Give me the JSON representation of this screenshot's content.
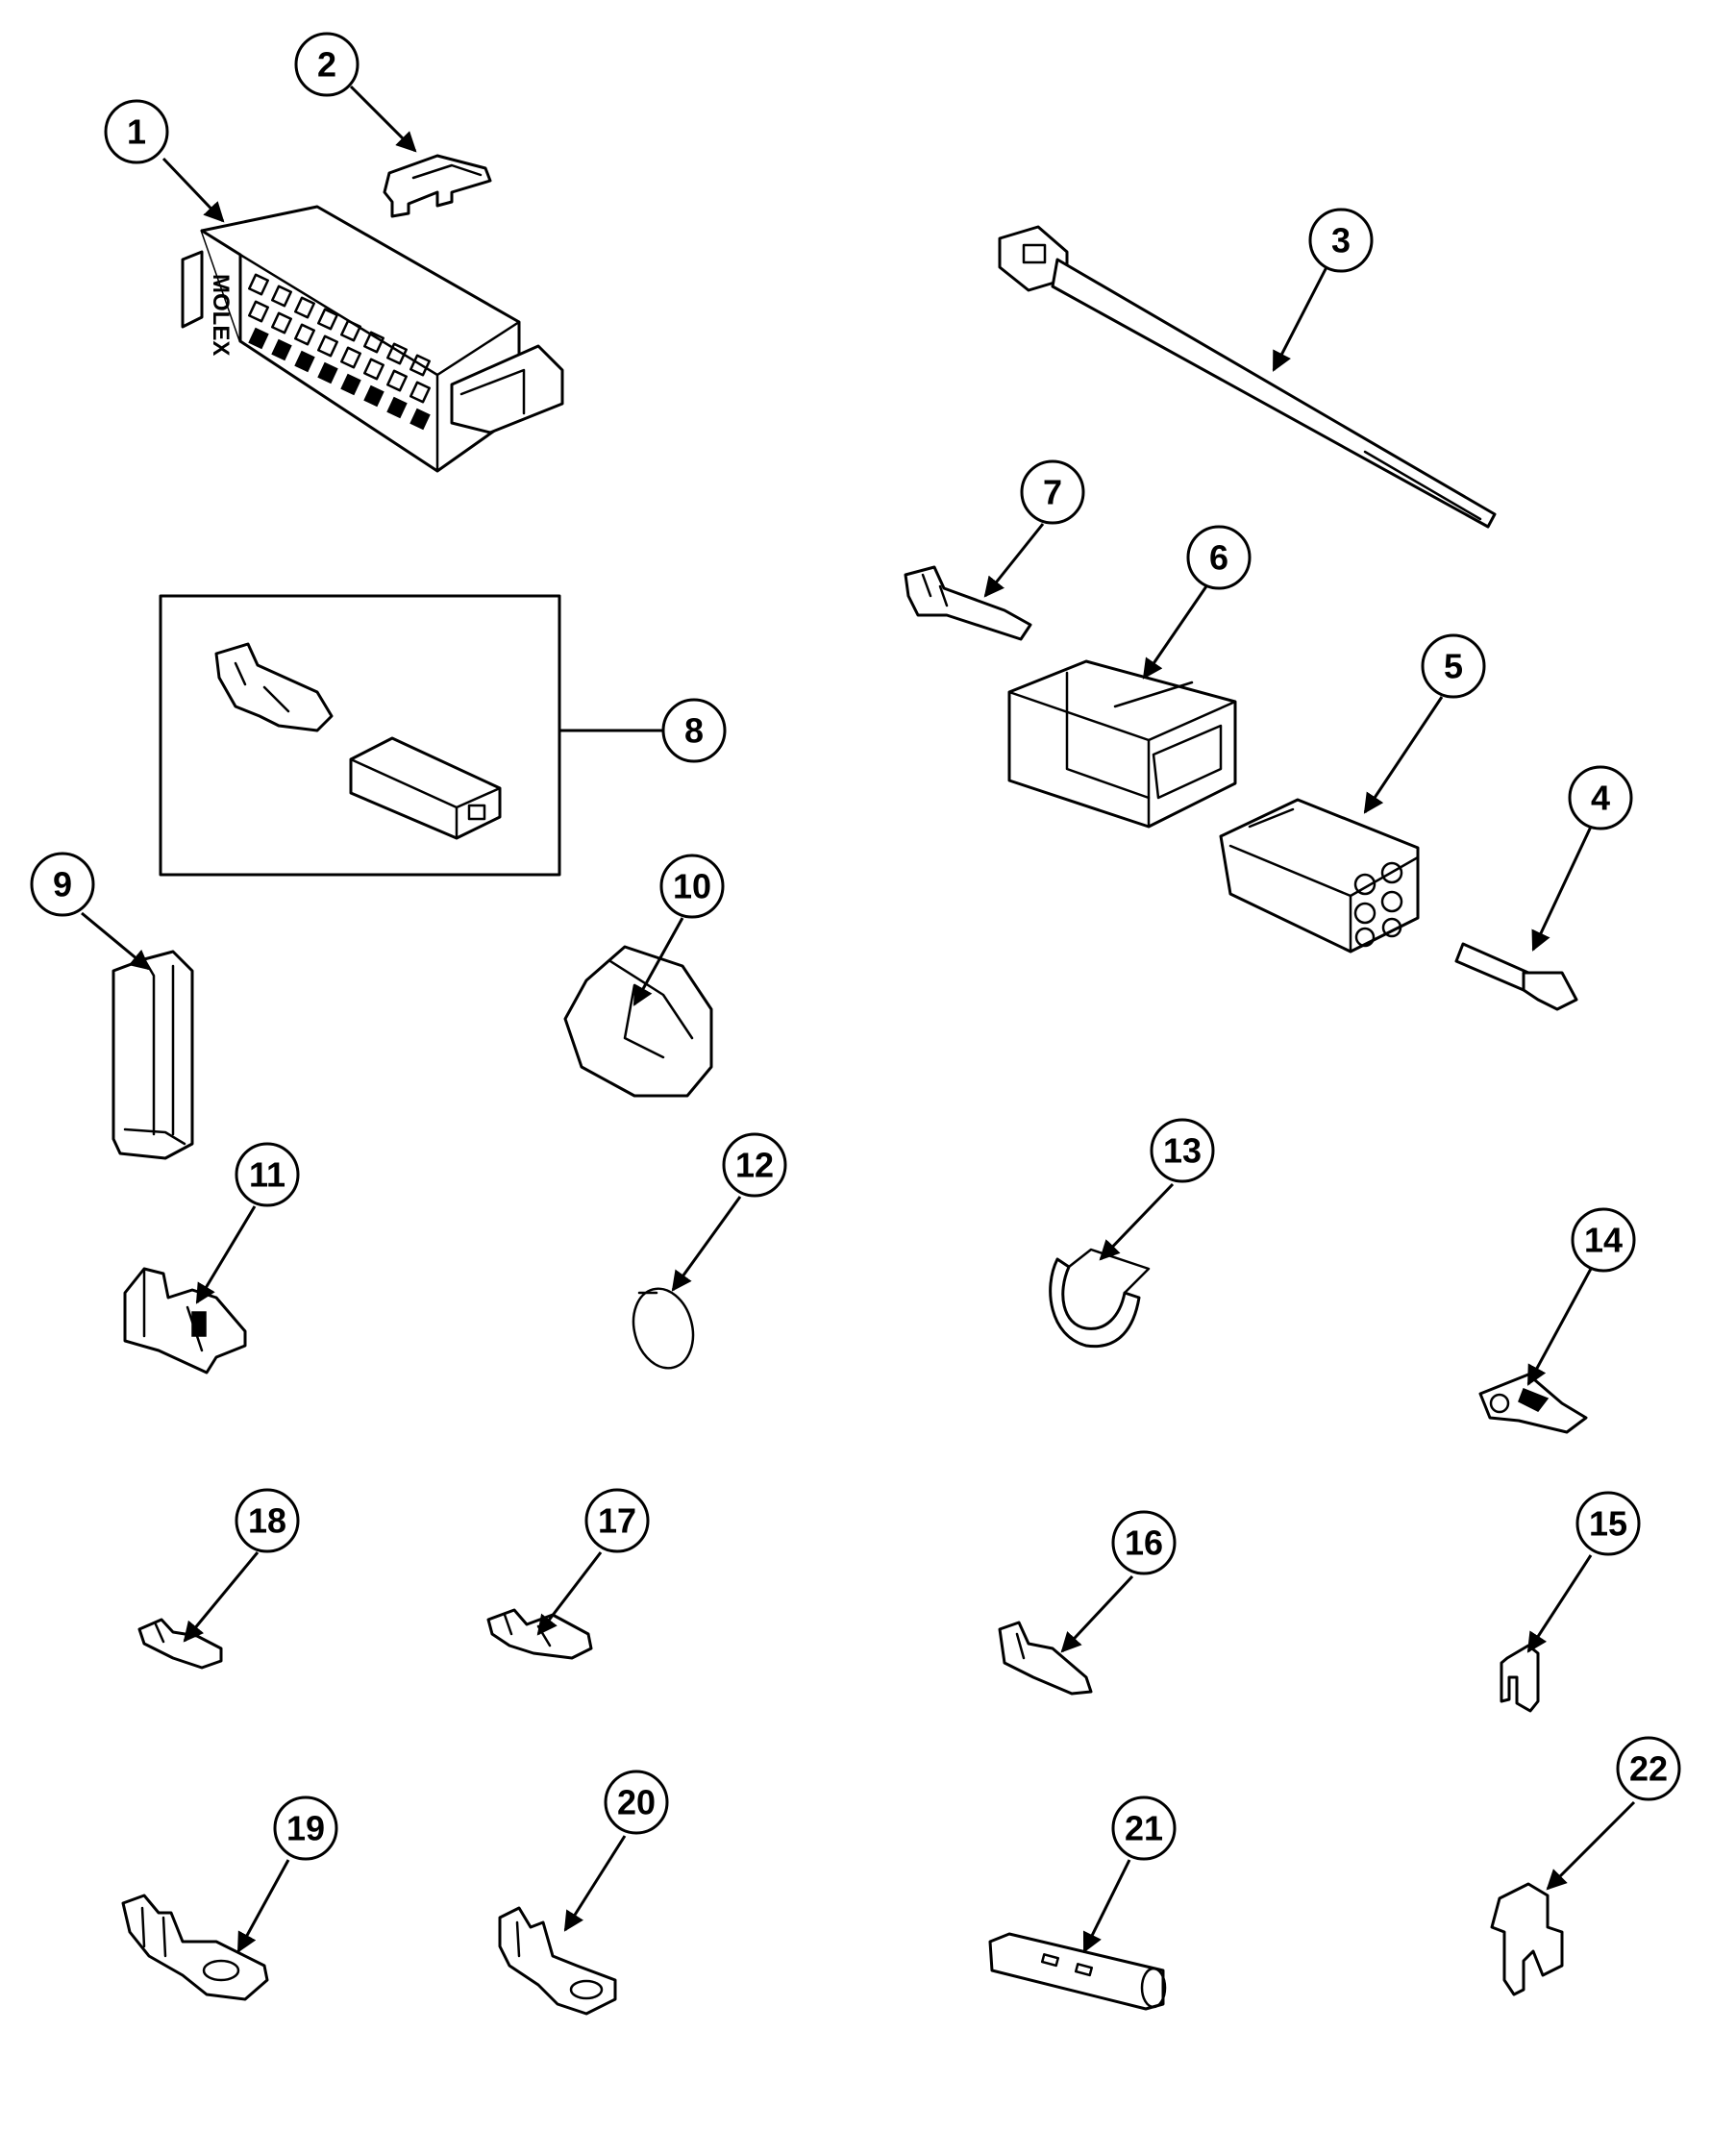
{
  "callouts": [
    "1",
    "2",
    "3",
    "4",
    "5",
    "6",
    "7",
    "8",
    "9",
    "10",
    "11",
    "12",
    "13",
    "14",
    "15",
    "16",
    "17",
    "18",
    "19",
    "20",
    "21",
    "22"
  ],
  "connector_brand": "MOLEX"
}
